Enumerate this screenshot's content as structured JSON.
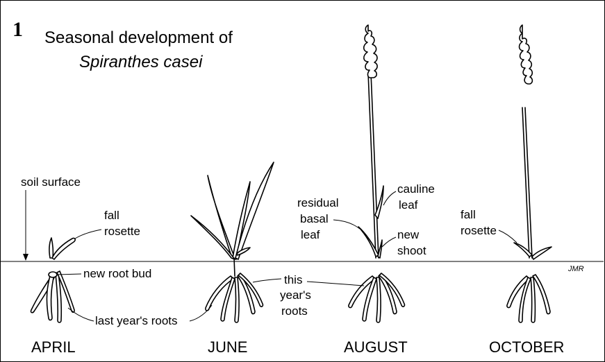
{
  "figure": {
    "number": "1",
    "title_line1": "Seasonal development of",
    "title_line2": "Spiranthes casei",
    "signature": "JMR"
  },
  "stages": [
    {
      "month": "APRIL"
    },
    {
      "month": "JUNE"
    },
    {
      "month": "AUGUST"
    },
    {
      "month": "OCTOBER"
    }
  ],
  "labels": {
    "soil_surface": "soil surface",
    "fall_rosette_april_1": "fall",
    "fall_rosette_april_2": "rosette",
    "new_root_bud": "new root bud",
    "last_years_roots": "last year's roots",
    "this_years_roots_1": "this",
    "this_years_roots_2": "year's",
    "this_years_roots_3": "roots",
    "residual_1": "residual",
    "residual_2": "basal",
    "residual_3": "leaf",
    "cauline_1": "cauline",
    "cauline_2": "leaf",
    "new_shoot_1": "new",
    "new_shoot_2": "shoot",
    "fall_rosette_oct_1": "fall",
    "fall_rosette_oct_2": "rosette"
  }
}
